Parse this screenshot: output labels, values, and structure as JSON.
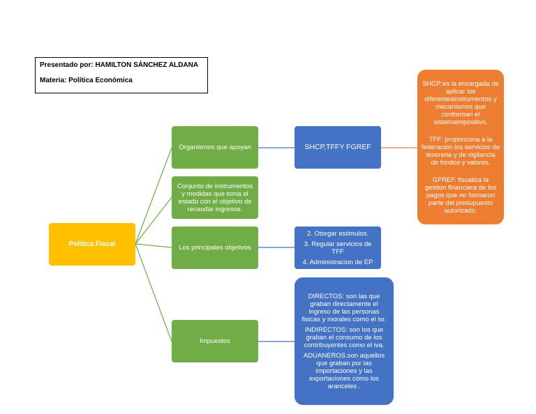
{
  "header": {
    "presenter_label": "Presentado por: HAMILTON SÁNCHEZ ALDANA",
    "subject_label": "Materia: Política Económica"
  },
  "colors": {
    "root": "#ffc000",
    "level1": "#70ad47",
    "level2": "#4472c4",
    "level3": "#ed7d31",
    "connector_green": "#70ad47",
    "connector_blue": "#4472c4",
    "connector_orange": "#ed7d31"
  },
  "diagram": {
    "root": {
      "label": "Política Fiscal"
    },
    "branches": {
      "organismos": {
        "label": "Organismos que apoyan"
      },
      "conjunto": {
        "label": "Conjunto de instrumentos y medidas que toma el estado con el objetivo de recaudar ingresos."
      },
      "objetivos": {
        "label": "Los principales objetivos"
      },
      "impuestos": {
        "label": "Impuestos"
      }
    },
    "organismos_child": {
      "label": "SHCP,TFFY FGREF"
    },
    "organismos_detail": {
      "paragraphs": [
        "SHCP:es la encargada de aplicar los diferentesinstrumentos y mecanismos que conforman el sistemaimpositivo.",
        "TFF: proporciona a la federacion los servicios de tesoreria y de vigilancia de fondos y valores.",
        "GFREF. fiscaliza la gestion financiera de los pagos que no formaron parte del presupuesto autorizado."
      ]
    },
    "objetivos_child": {
      "items": [
        "2. Otorgar estimulos.",
        "3. Regular servicios de TFF",
        "4. Administracion de EP"
      ]
    },
    "impuestos_child": {
      "paragraphs": [
        "DIRECTOS: son las que graban directamente el ingreso de las personas fisicas y morales como el isr.",
        "INDIRECTOS: son los que graban el consumo de los contribuyentes como el iva.",
        "ADUANEROS.son aquellos que graban por las importaciones y las exportaciones como los aranceles ."
      ]
    }
  }
}
